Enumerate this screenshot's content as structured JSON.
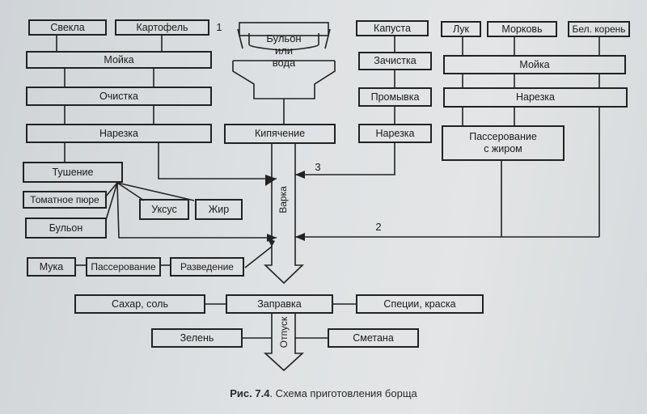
{
  "boxes": {
    "beet": "Свекла",
    "potato": "Картофель",
    "wash_left": "Мойка",
    "peel": "Очистка",
    "cut_left": "Нарезка",
    "stew": "Тушение",
    "tomato": "Томатное пюре",
    "broth_small": "Бульон",
    "vinegar": "Уксус",
    "fat": "Жир",
    "pot_line1": "Бульон",
    "pot_line2": "или",
    "pot_line3": "вода",
    "boiling": "Кипячение",
    "cabbage": "Капуста",
    "clean": "Зачистка",
    "rinse": "Промывка",
    "cut_cabbage": "Нарезка",
    "onion": "Лук",
    "carrot": "Морковь",
    "root": "Бел. корень",
    "wash_right": "Мойка",
    "cut_right": "Нарезка",
    "saute_line1": "Пассерование",
    "saute_line2": "с жиром",
    "flour": "Мука",
    "saute": "Пассерование",
    "dilution": "Разведение",
    "sugar_salt": "Сахар, соль",
    "dressing": "Заправка",
    "spices": "Специи, краска",
    "greens": "Зелень",
    "sour_cream": "Сметана"
  },
  "labels": {
    "cooking": "Варка",
    "serving": "Отпуск",
    "num1": "1",
    "num2": "2",
    "num3": "3"
  },
  "caption": {
    "prefix": "Рис. 7.4",
    "text": ". Схема приготовления борща"
  }
}
